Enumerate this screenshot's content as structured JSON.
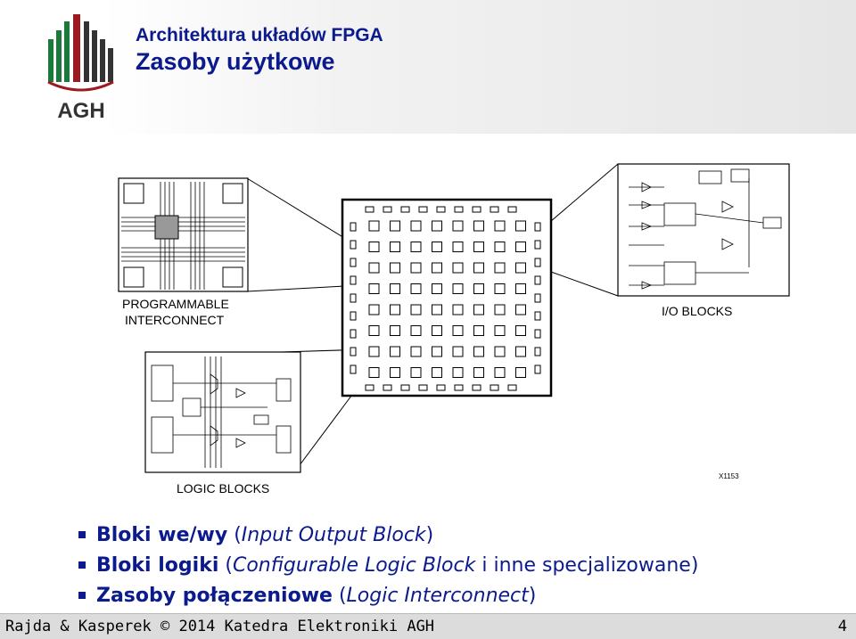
{
  "header": {
    "course": "Architektura układów FPGA",
    "slide_title": "Zasoby użytkowe",
    "logo_text": "AGH",
    "logo_colors": {
      "green": "#1a7a3c",
      "red": "#9c1b20",
      "dark": "#333333"
    }
  },
  "diagram": {
    "interconnect_label_1": "PROGRAMMABLE",
    "interconnect_label_2": "INTERCONNECT",
    "io_label": "I/O BLOCKS",
    "logic_label": "LOGIC BLOCKS",
    "figure_code": "X1153"
  },
  "bullets": [
    {
      "bold": "Bloki we/wy",
      "open": " (",
      "italic": "Input Output Block",
      "close": ")"
    },
    {
      "bold": "Bloki logiki",
      "open": " (",
      "italic": "Configurable Logic Block",
      "close": " i inne specjalizowane)"
    },
    {
      "bold": "Zasoby połączeniowe",
      "open": " (",
      "italic": "Logic Interconnect",
      "close": ")"
    }
  ],
  "footer": {
    "text": "Rajda & Kasperek © 2014 Katedra Elektroniki AGH",
    "page": "4"
  },
  "colors": {
    "title_blue": "#0b1a8c",
    "footer_bg": "#dcdcdc"
  }
}
